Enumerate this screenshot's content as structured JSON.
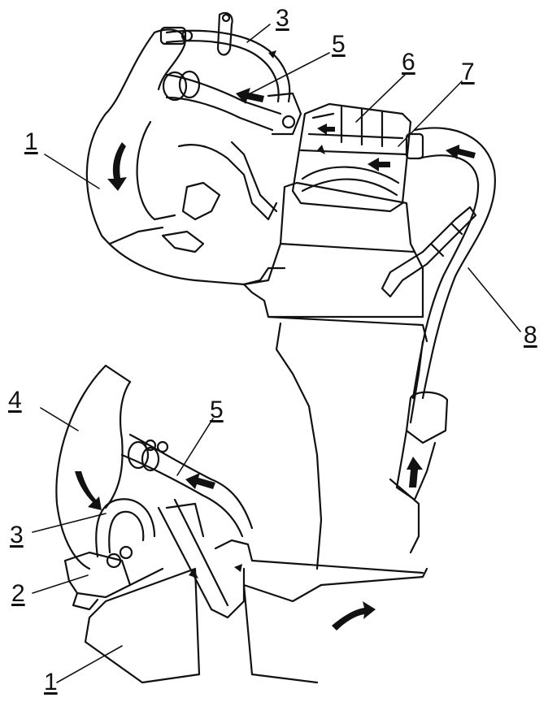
{
  "colors": {
    "ink": "#111111",
    "paper": "#ffffff",
    "shade": "#e9e9e9"
  },
  "callouts": {
    "top_1": "1",
    "top_3": "3",
    "top_5": "5",
    "top_6": "6",
    "top_7": "7",
    "top_8": "8",
    "bottom_1": "1",
    "bottom_2": "2",
    "bottom_3": "3",
    "bottom_4": "4",
    "bottom_5": "5"
  },
  "icons": {
    "flow_arrow": "arrow-icon",
    "curved_flow_arrow": "curved-arrow-icon"
  }
}
